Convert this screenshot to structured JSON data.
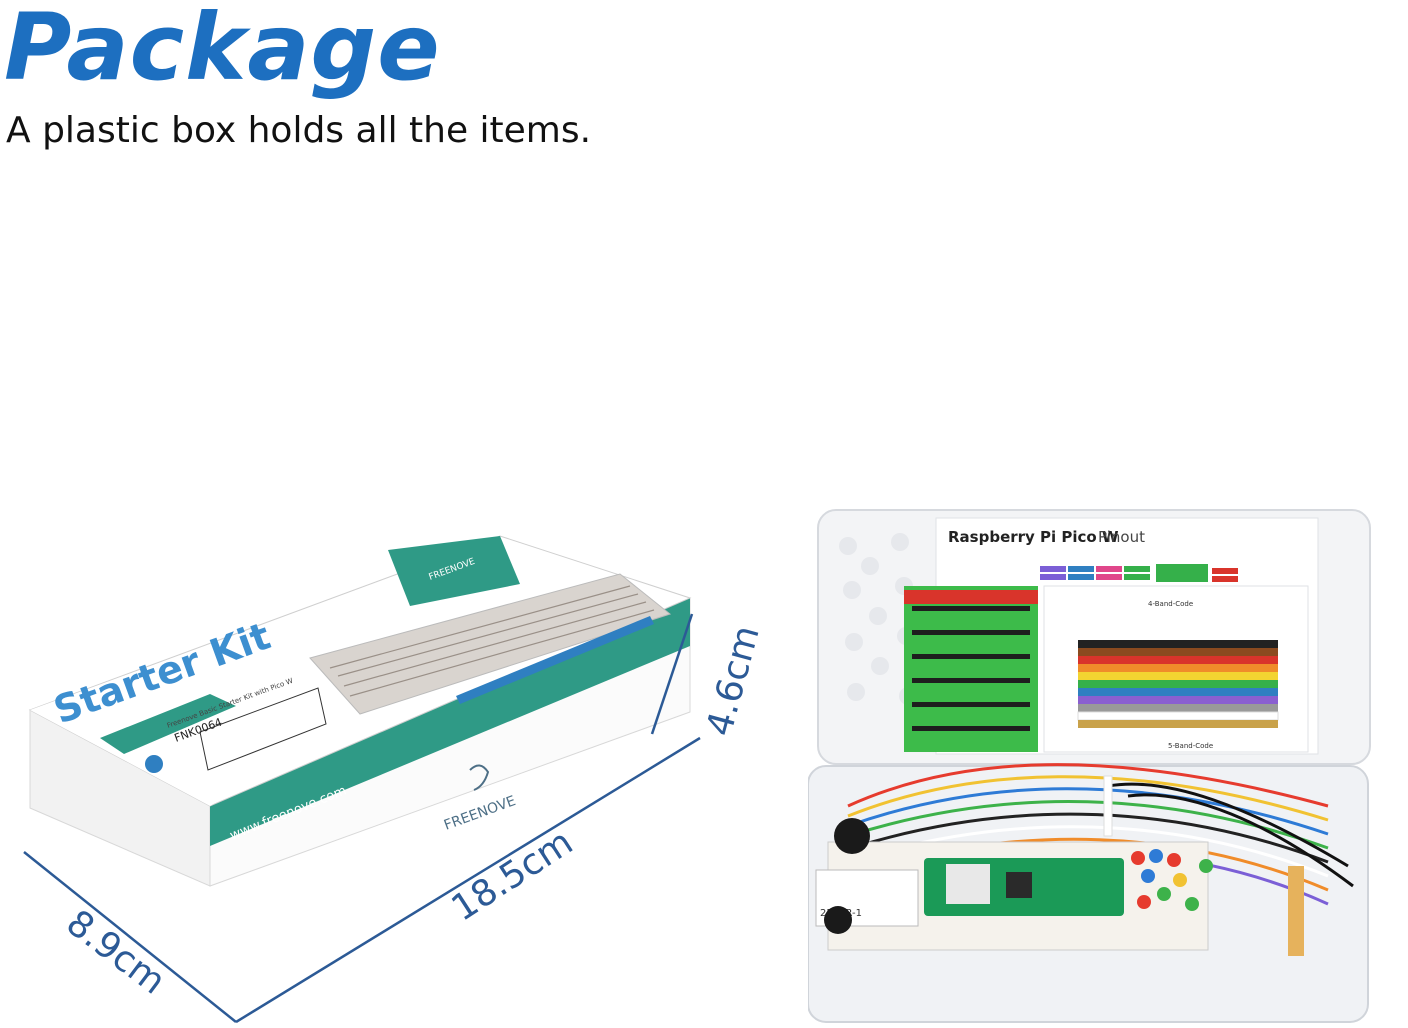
{
  "header": {
    "title": "Package",
    "subtitle": "A plastic box holds all the items."
  },
  "box_photo": {
    "kit_title": "Starter Kit",
    "brand": "FREENOVE",
    "website": "www.freenove.com",
    "kit_name": "Freenove Basic Starter Kit with Pico W",
    "model": "FNK0064",
    "dimensions": {
      "length": "18.5cm",
      "width": "8.9cm",
      "height": "4.6cm"
    }
  },
  "case_photo": {
    "pinout_title": "Raspberry Pi Pico W",
    "pinout_suffix": "Pinout",
    "resistor_chart_title": "4-Band-Code",
    "resistor_chart_title_2": "5-Band-Code",
    "chip_label": "2510R-1"
  },
  "colors": {
    "title_blue": "#1d6fc0",
    "dimension_blue": "#2c5a96",
    "teal": "#2f9a86"
  }
}
